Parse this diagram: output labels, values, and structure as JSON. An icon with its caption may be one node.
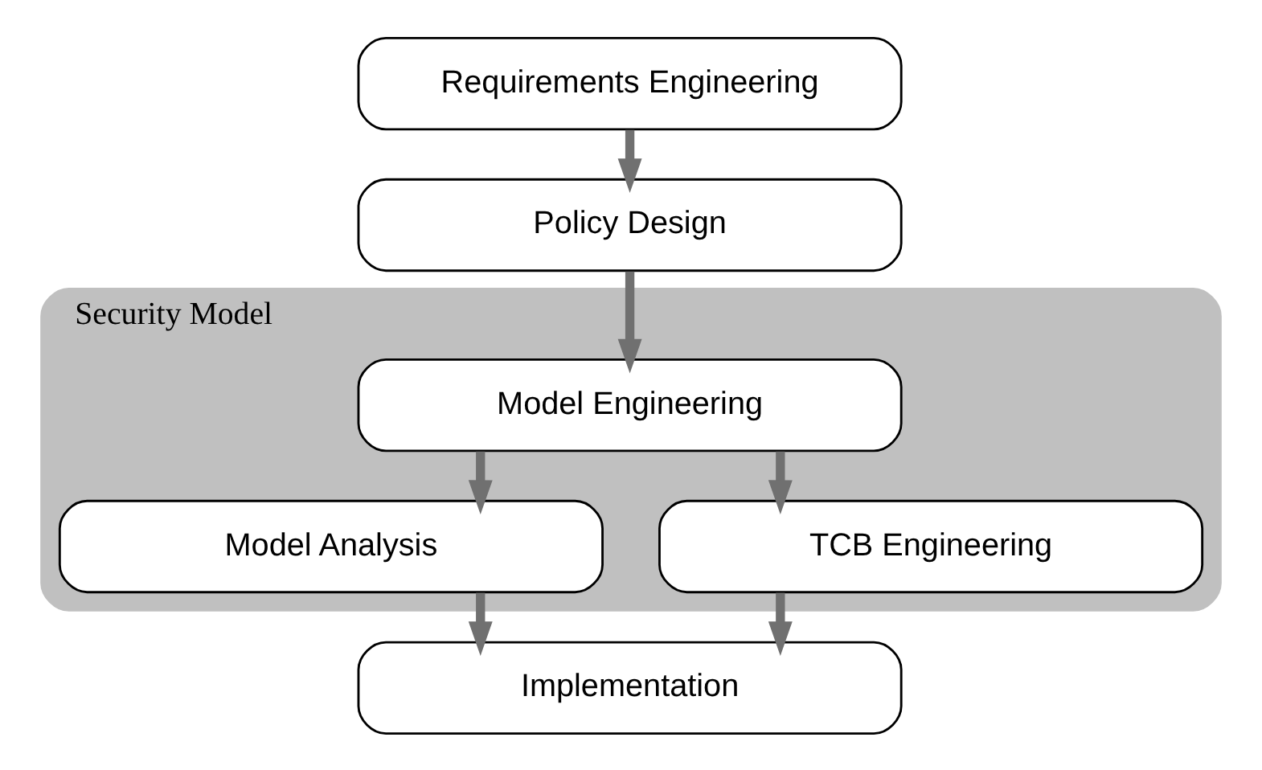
{
  "diagram": {
    "nodes": [
      {
        "text": [
          "Requirements Engineering"
        ]
      },
      {
        "text": [
          "Policy Design"
        ]
      },
      {
        "text": [
          "Security Model"
        ]
      },
      {
        "text": [
          "Model Engineering"
        ],
        "in": 2
      },
      {
        "text": [
          "Model Analysis"
        ],
        "in": 2
      },
      {
        "text": [
          "TCB Engineering"
        ],
        "in": 2
      },
      {
        "text": [
          "Implementation"
        ]
      }
    ],
    "edges": [
      {
        "from": 0,
        "to": 1,
        "arrow": "to"
      },
      {
        "from": 1,
        "to": 3,
        "arrow": "to"
      },
      {
        "from": 3,
        "to": 4,
        "arrow": "to"
      },
      {
        "from": 3,
        "to": 5,
        "arrow": "to"
      },
      {
        "from": 4,
        "to": 6,
        "arrow": "to"
      },
      {
        "from": 5,
        "to": 6,
        "arrow": "to"
      }
    ]
  }
}
